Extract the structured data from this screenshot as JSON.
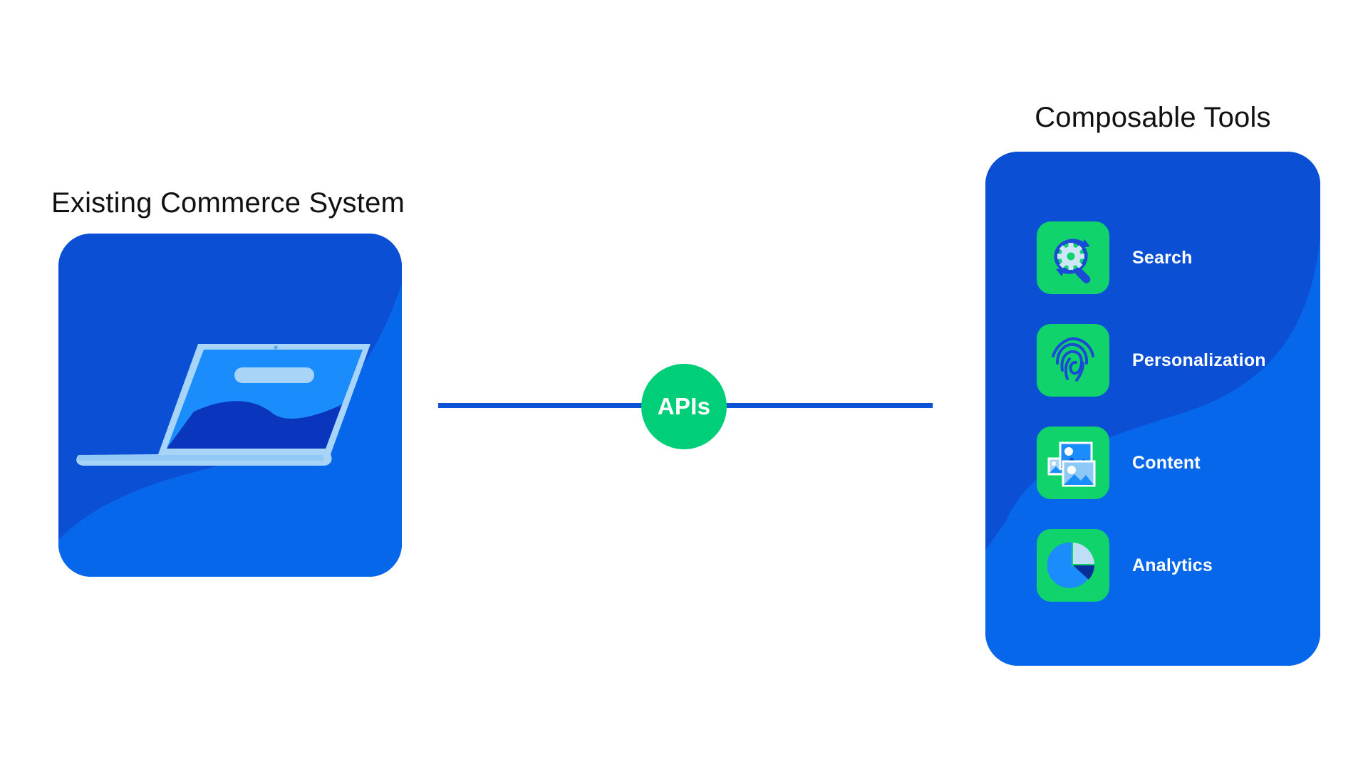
{
  "diagram": {
    "title_left": "Existing Commerce System",
    "title_right": "Composable Tools",
    "connector": {
      "node_label": "APIs",
      "node_color": "#00CE78",
      "line_color": "#0B52D6"
    },
    "left_card": {
      "illustration": "laptop-illustration",
      "bg_dark": "#0A4FD4",
      "bg_light": "#0767EB"
    },
    "right_card": {
      "bg_dark": "#0A4FD4",
      "bg_light": "#0767EB",
      "tile_color": "#10D46B",
      "tools": [
        {
          "label": "Search",
          "icon": "search-gear-icon"
        },
        {
          "label": "Personalization",
          "icon": "fingerprint-icon"
        },
        {
          "label": "Content",
          "icon": "images-icon"
        },
        {
          "label": "Analytics",
          "icon": "pie-chart-icon"
        }
      ]
    }
  }
}
